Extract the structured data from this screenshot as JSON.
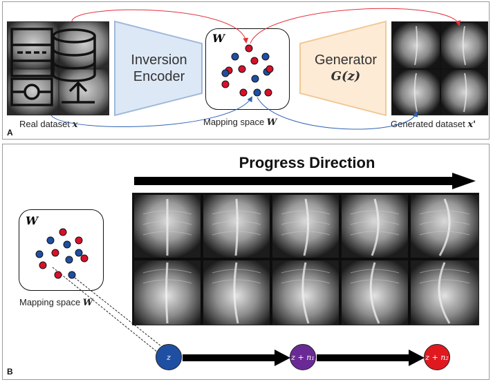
{
  "panel_a": {
    "letter": "A",
    "real_caption": "Real dataset ",
    "real_var": "x",
    "encoder_label_1": "Inversion",
    "encoder_label_2": "Encoder",
    "w_label": "W",
    "mapping_caption": "Mapping space ",
    "mapping_var": "W",
    "generator_label": "Generator",
    "generator_formula": "G(z)",
    "generated_caption": "Generated dataset ",
    "generated_var": "x'"
  },
  "panel_b": {
    "letter": "B",
    "title": "Progress Direction",
    "w_label": "W",
    "mapping_caption": "Mapping space ",
    "mapping_var": "W",
    "nodes": [
      {
        "label": "z",
        "color": "#1f4fa3"
      },
      {
        "label": "z + n₁",
        "color": "#6a2a96"
      },
      {
        "label": "z + n₂",
        "color": "#e0191f"
      }
    ]
  },
  "colors": {
    "dot_red": "#d8102a",
    "dot_blue": "#1f4fa3",
    "encoder_fill": "#dde8f6",
    "encoder_stroke": "#9fb8db",
    "generator_fill": "#fdebd6",
    "generator_stroke": "#f2c894",
    "arrow_red": "#e3303a",
    "arrow_blue": "#2e63b5"
  }
}
